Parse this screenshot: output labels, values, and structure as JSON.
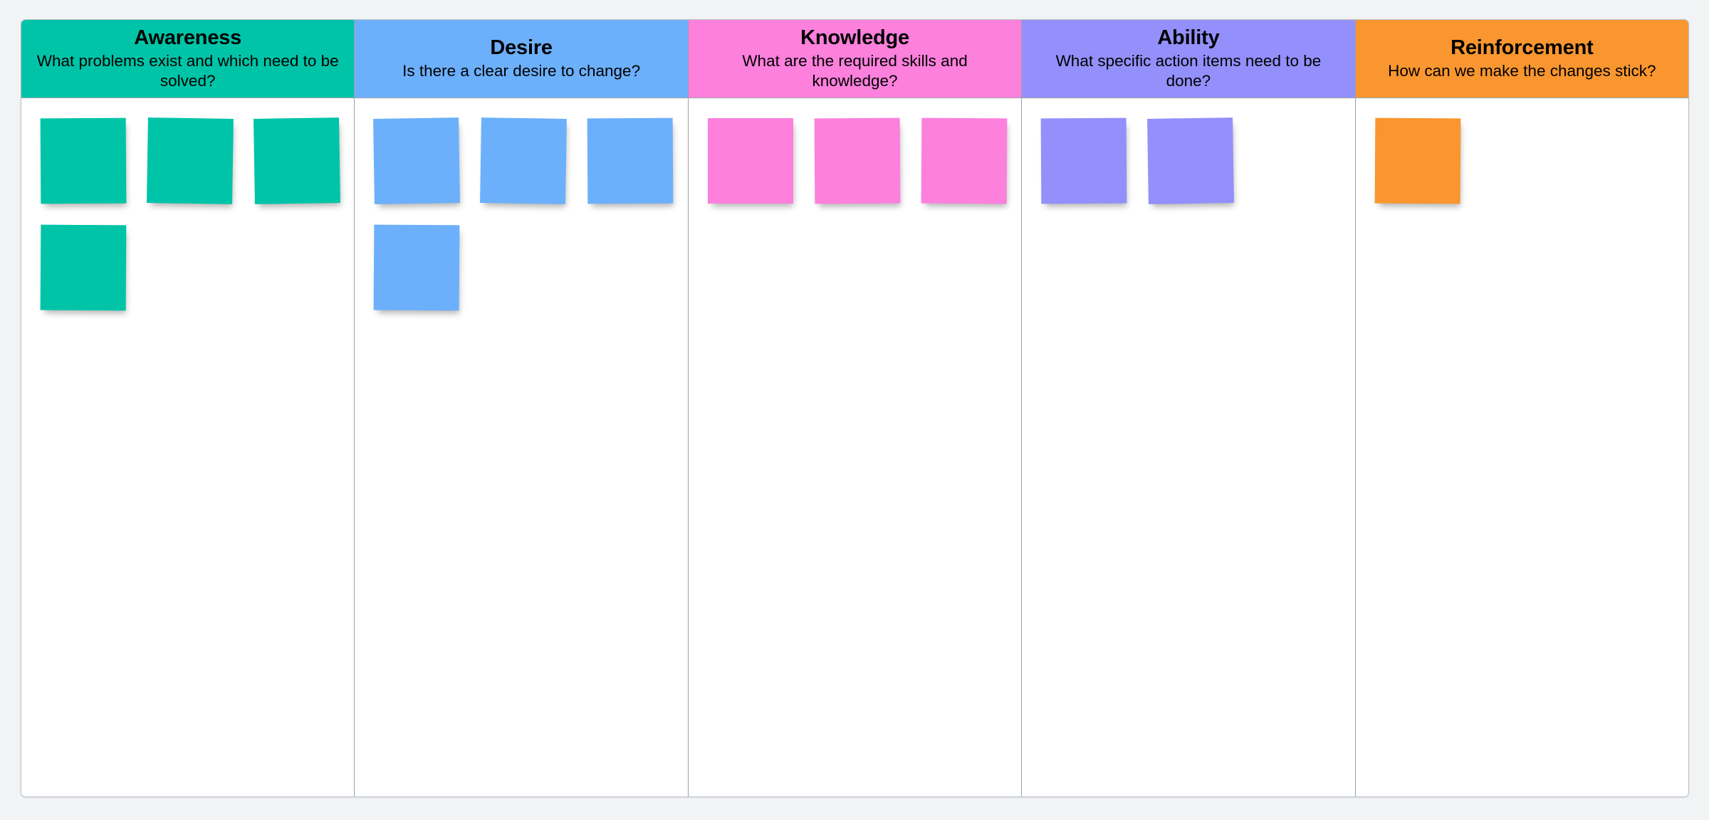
{
  "board": {
    "type": "adkar-change-management-board",
    "background_color": "#f1f3f5",
    "surface_color": "#ffffff",
    "border_color": "#b9bfc7",
    "divider_color": "#9aa1ab",
    "columns": [
      {
        "id": "awareness",
        "title": "Awareness",
        "subtitle": "What problems exist and which need to be solved?",
        "color": "#00c4a7",
        "note_color": "#00c4a7",
        "note_count": 4,
        "notes": [
          {
            "label": "",
            "tilt": "tilt-a"
          },
          {
            "label": "",
            "tilt": "tilt-b"
          },
          {
            "label": "",
            "tilt": "tilt-c"
          },
          {
            "label": "",
            "tilt": "tilt-d"
          }
        ]
      },
      {
        "id": "desire",
        "title": "Desire",
        "subtitle": "Is there a clear desire to change?",
        "color": "#6cb0fb",
        "note_color": "#6cb0fb",
        "note_count": 4,
        "notes": [
          {
            "label": "",
            "tilt": "tilt-c"
          },
          {
            "label": "",
            "tilt": "tilt-b"
          },
          {
            "label": "",
            "tilt": "tilt-a"
          },
          {
            "label": "",
            "tilt": "tilt-d"
          }
        ]
      },
      {
        "id": "knowledge",
        "title": "Knowledge",
        "subtitle": "What are the required skills and knowledge?",
        "color": "#fc80dc",
        "note_color": "#fc80dc",
        "note_count": 3,
        "notes": [
          {
            "label": "",
            "tilt": "tilt-e"
          },
          {
            "label": "",
            "tilt": "tilt-a"
          },
          {
            "label": "",
            "tilt": "tilt-d"
          }
        ]
      },
      {
        "id": "ability",
        "title": "Ability",
        "subtitle": "What specific action items need to be done?",
        "color": "#9390fb",
        "note_color": "#9390fb",
        "note_count": 2,
        "notes": [
          {
            "label": "",
            "tilt": "tilt-a"
          },
          {
            "label": "",
            "tilt": "tilt-c"
          }
        ]
      },
      {
        "id": "reinforcement",
        "title": "Reinforcement",
        "subtitle": "How can we make the changes stick?",
        "color": "#f9962f",
        "note_color": "#f9962f",
        "note_count": 1,
        "notes": [
          {
            "label": "",
            "tilt": "tilt-d"
          }
        ]
      }
    ]
  }
}
